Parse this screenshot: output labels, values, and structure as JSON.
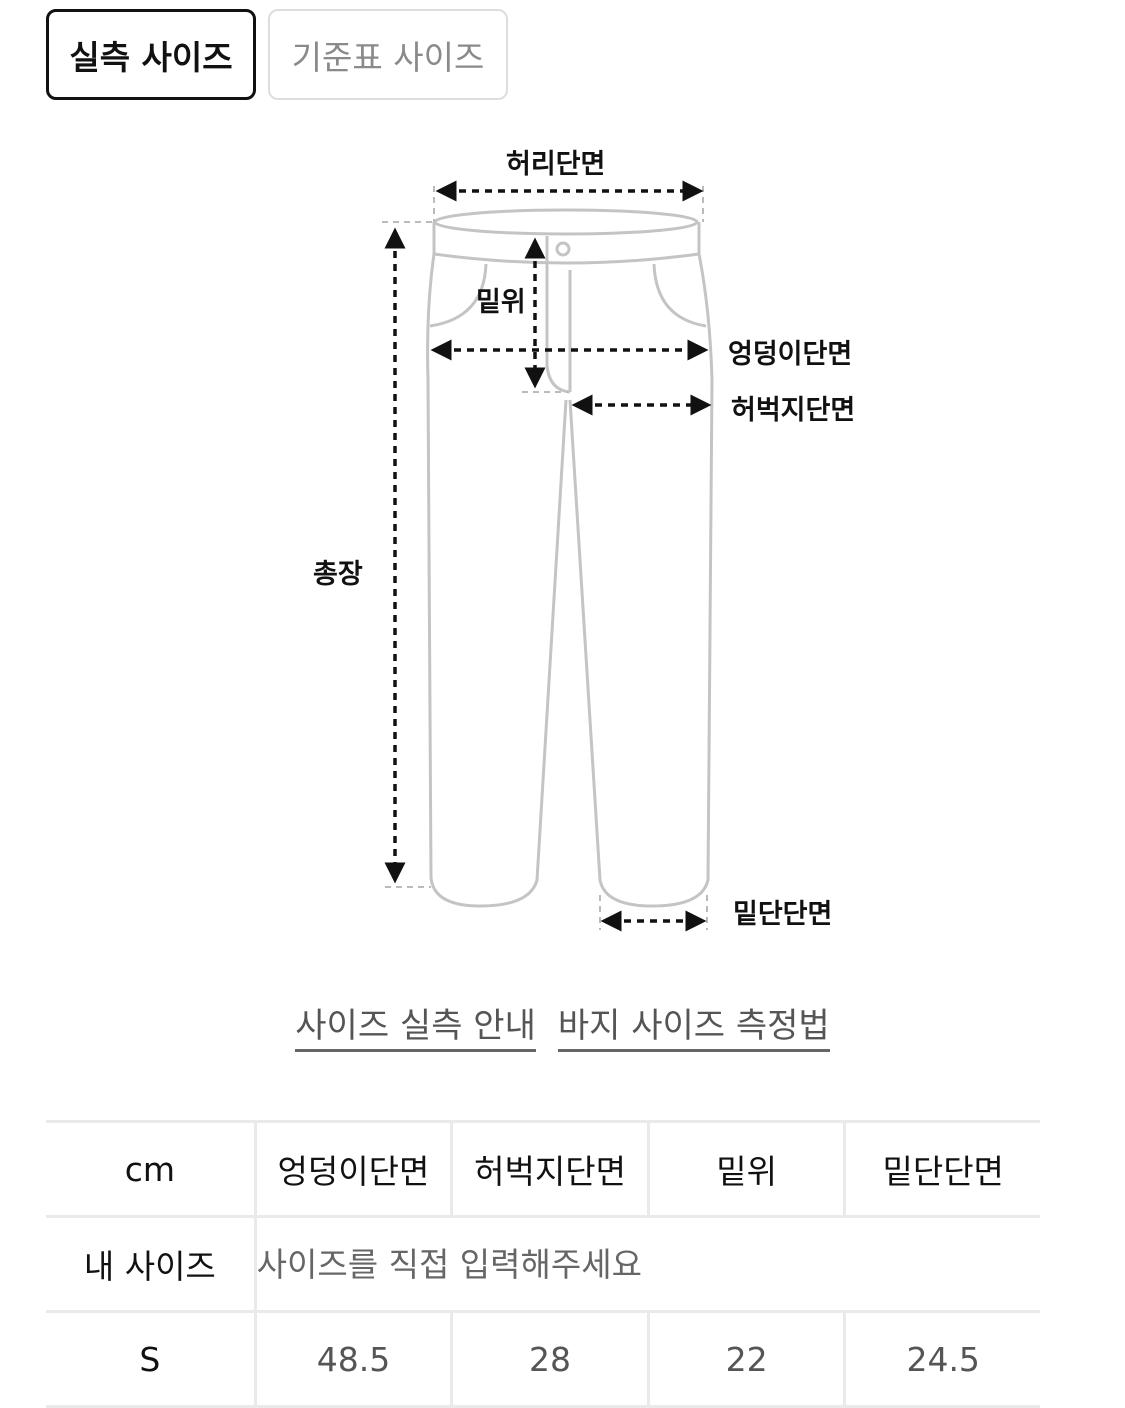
{
  "tabs": [
    {
      "label": "실측 사이즈",
      "active": true
    },
    {
      "label": "기준표 사이즈",
      "active": false
    }
  ],
  "diagram": {
    "labels": {
      "waist": "허리단면",
      "rise": "밑위",
      "hip": "엉덩이단면",
      "thigh": "허벅지단면",
      "length": "총장",
      "hem": "밑단단면"
    },
    "colors": {
      "outline": "#c4c4c4",
      "arrow": "#111111"
    }
  },
  "links": [
    {
      "label": "사이즈 실측 안내"
    },
    {
      "label": "바지 사이즈 측정법"
    }
  ],
  "table": {
    "unit": "cm",
    "columns": [
      "엉덩이단면",
      "허벅지단면",
      "밑위",
      "밑단단면"
    ],
    "my_size": {
      "label": "내 사이즈",
      "placeholder": "사이즈를 직접 입력해주세요"
    },
    "rows": [
      {
        "size": "S",
        "values": [
          "48.5",
          "28",
          "22",
          "24.5"
        ]
      }
    ]
  }
}
